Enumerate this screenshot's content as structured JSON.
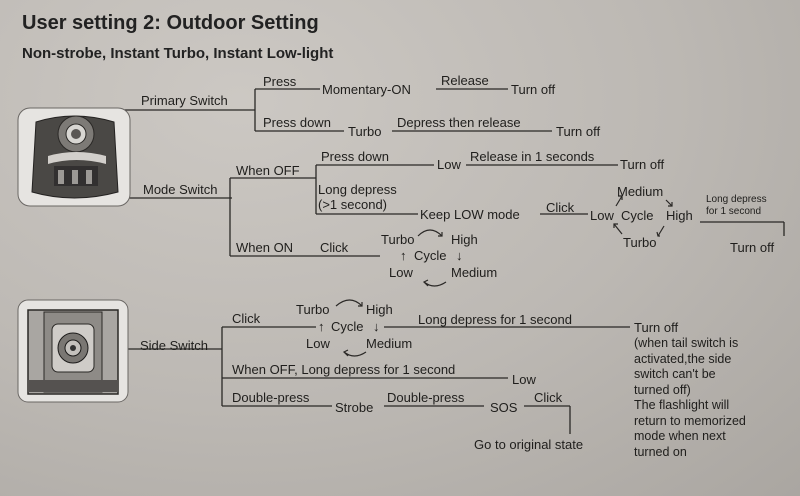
{
  "header": {
    "title": "User setting 2: Outdoor Setting",
    "subtitle": "Non-strobe, Instant Turbo, Instant Low-light"
  },
  "primary": {
    "switch_label": "Primary Switch",
    "press": "Press",
    "momentary": "Momentary-ON",
    "release": "Release",
    "turn_off_1": "Turn off",
    "press_down": "Press down",
    "turbo": "Turbo",
    "depress_release": "Depress then release",
    "turn_off_2": "Turn off"
  },
  "mode": {
    "switch_label": "Mode Switch",
    "when_off": "When OFF",
    "press_down": "Press down",
    "low": "Low",
    "release_1s": "Release in 1 seconds",
    "turn_off": "Turn off",
    "long_depress": "Long depress",
    "gt_1s": "(>1 second)",
    "keep_low": "Keep LOW mode",
    "click": "Click",
    "cycle_low": "Low",
    "cycle_word": "Cycle",
    "cycle_high": "High",
    "cycle_medium": "Medium",
    "cycle_turbo": "Turbo",
    "long_depress_1s_line1": "Long depress",
    "long_depress_1s_line2": "for 1 second",
    "turn_off_2": "Turn off",
    "when_on": "When ON",
    "click_on": "Click",
    "on_turbo": "Turbo",
    "on_high": "High",
    "on_cycle": "Cycle",
    "on_low": "Low",
    "on_medium": "Medium"
  },
  "side": {
    "switch_label": "Side Switch",
    "click": "Click",
    "turbo": "Turbo",
    "high": "High",
    "cycle": "Cycle",
    "low": "Low",
    "medium": "Medium",
    "long_depress": "Long depress for 1 second",
    "turn_off": "Turn off",
    "note": "(when tail switch is\nactivated,the side\nswitch can't be\nturned off)\nThe flashlight will\nreturn to memorized\nmode when next\nturned on",
    "when_off_long": "When OFF, Long depress for 1 second",
    "low_out": "Low",
    "double_press": "Double-press",
    "strobe": "Strobe",
    "double_press_2": "Double-press",
    "sos": "SOS",
    "click_sos": "Click",
    "original_state": "Go to original state"
  }
}
